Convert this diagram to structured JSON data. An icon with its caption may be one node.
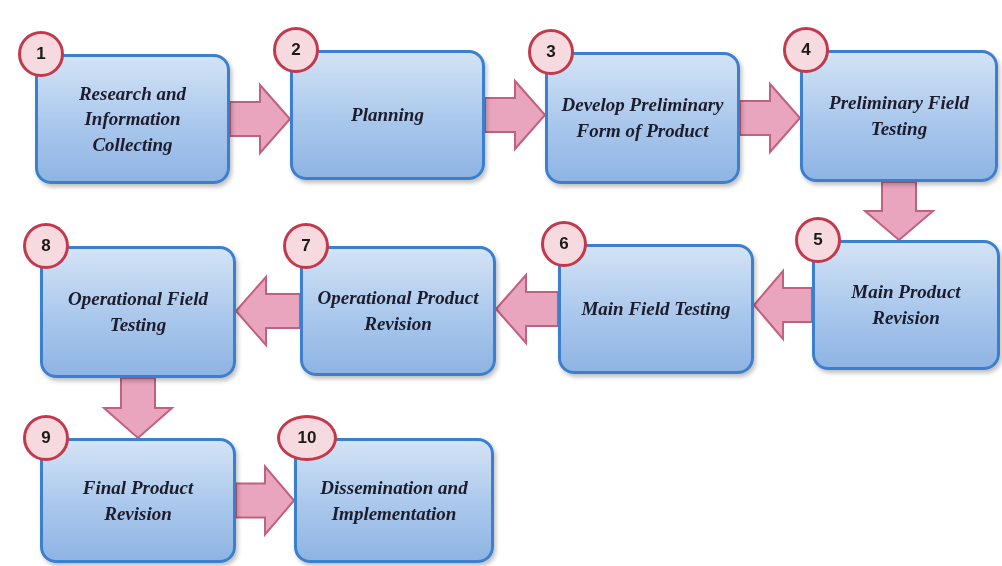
{
  "diagram": {
    "nodes": [
      {
        "text": [
          "1",
          "Research and Information Collecting"
        ]
      },
      {
        "text": [
          "2",
          "Planning"
        ]
      },
      {
        "text": [
          "3",
          "Develop Preliminary Form of Product"
        ]
      },
      {
        "text": [
          "4",
          "Preliminary Field Testing"
        ]
      },
      {
        "text": [
          "5",
          "Main Product Revision"
        ]
      },
      {
        "text": [
          "6",
          "Main Field Testing"
        ]
      },
      {
        "text": [
          "7",
          "Operational Product Revision"
        ]
      },
      {
        "text": [
          "8",
          "Operational Field Testing"
        ]
      },
      {
        "text": [
          "9",
          "Final Product Revision"
        ]
      },
      {
        "text": [
          "10",
          "Dissemination and Implementation"
        ]
      }
    ],
    "edges": [
      {
        "from": 0,
        "to": 1,
        "arrow": "to"
      },
      {
        "from": 1,
        "to": 2,
        "arrow": "to"
      },
      {
        "from": 2,
        "to": 3,
        "arrow": "to"
      },
      {
        "from": 3,
        "to": 4,
        "arrow": "to"
      },
      {
        "from": 4,
        "to": 5,
        "arrow": "to"
      },
      {
        "from": 5,
        "to": 6,
        "arrow": "to"
      },
      {
        "from": 6,
        "to": 7,
        "arrow": "to"
      },
      {
        "from": 7,
        "to": 8,
        "arrow": "to"
      },
      {
        "from": 8,
        "to": 9,
        "arrow": "to"
      }
    ]
  }
}
